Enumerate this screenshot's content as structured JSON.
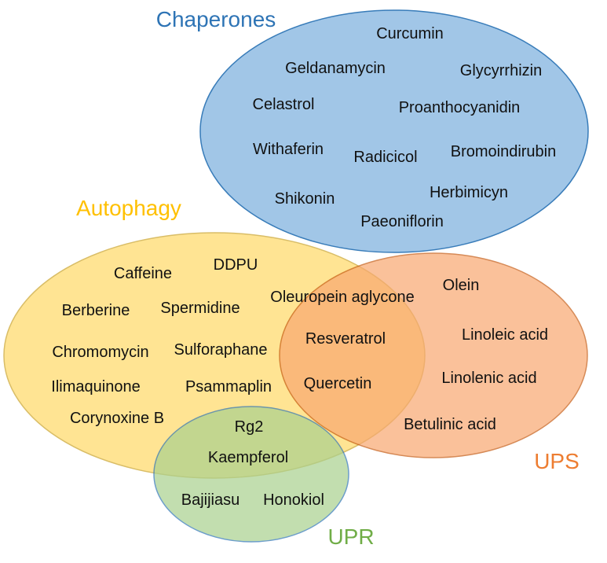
{
  "sets": {
    "chaperones": {
      "title": "Chaperones",
      "title_color": "#2E74B5",
      "fill": "#9DC3E6",
      "stroke": "#2E75B6",
      "items": [
        "Curcumin",
        "Geldanamycin",
        "Glycyrrhizin",
        "Celastrol",
        "Proanthocyanidin",
        "Withaferin",
        "Radicicol",
        "Bromoindirubin",
        "Herbimicyn",
        "Shikonin",
        "Paeoniflorin"
      ]
    },
    "autophagy": {
      "title": "Autophagy",
      "title_color": "#FFC000",
      "fill": "#FFD966",
      "stroke": "#C9A227",
      "items": [
        "Caffeine",
        "DDPU",
        "Berberine",
        "Spermidine",
        "Chromomycin",
        "Sulforaphane",
        "Ilimaquinone",
        "Psammaplin",
        "Corynoxine B"
      ]
    },
    "ups": {
      "title": "UPS",
      "title_color": "#ED7D31",
      "fill": "#F8A870",
      "stroke": "#C55A11",
      "items": [
        "Olein",
        "Linoleic acid",
        "Linolenic acid",
        "Betulinic acid"
      ]
    },
    "upr": {
      "title": "UPR",
      "title_color": "#70AD47",
      "fill": "#A9D18E",
      "stroke": "#2E75B6",
      "items": [
        "Bajijiasu",
        "Honokiol"
      ]
    }
  },
  "overlaps": {
    "autophagy_ups": [
      "Oleuropein aglycone",
      "Resveratrol",
      "Quercetin"
    ],
    "autophagy_upr": [
      "Rg2",
      "Kaempferol"
    ]
  }
}
